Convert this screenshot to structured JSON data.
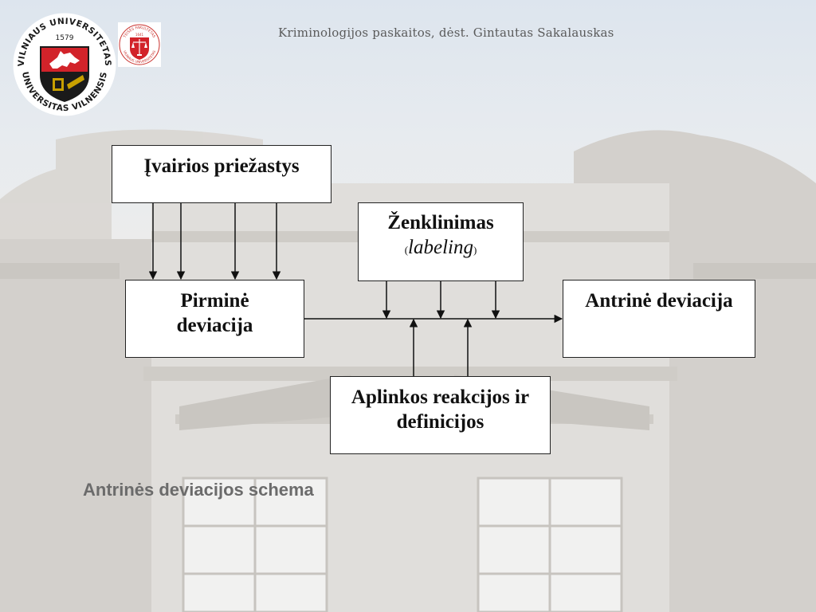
{
  "header": {
    "course_line": "Kriminologijos paskaitos, dėst. Gintautas Sakalauskas"
  },
  "logos": {
    "university_top": "VILNIAUS UNIVERSITETAS",
    "university_bottom": "UNIVERSITAS VILNENSIS",
    "year": "1579",
    "faculty_top": "TEISĖS FAKULTETAS",
    "faculty_year": "1641",
    "faculty_bottom": "VILNIAUS UNIVERSITETAS",
    "university_logo_icon": "vilnius-university-crest-icon",
    "faculty_logo_icon": "law-faculty-scales-icon"
  },
  "diagram": {
    "causes": "Įvairios priežastys",
    "primary_line1": "Pirminė",
    "primary_line2": "deviacija",
    "labeling_title": "Ženklinimas",
    "labeling_paren_open": "(",
    "labeling_term": "labeling",
    "labeling_paren_close": ")",
    "secondary": "Antrinė deviacija",
    "reactions_line1": "Aplinkos reakcijos ir",
    "reactions_line2": "definicijos"
  },
  "caption": "Antrinės deviacijos schema",
  "colors": {
    "crest_red": "#d2232a",
    "crest_gold": "#c8a000",
    "crest_black": "#1a1a1a",
    "arrow": "#111111"
  }
}
